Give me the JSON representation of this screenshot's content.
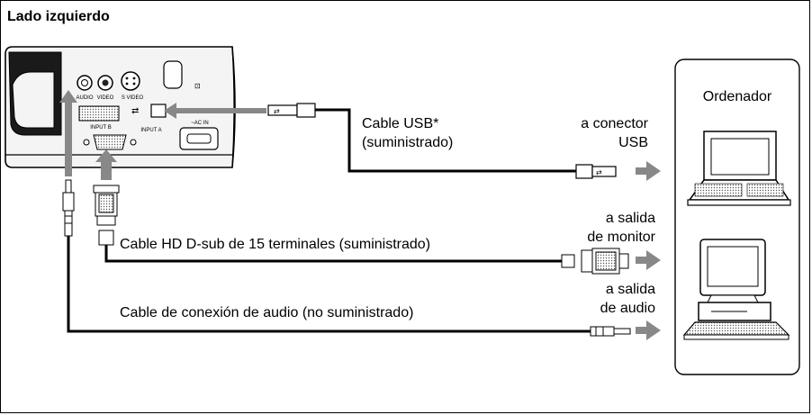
{
  "title": "Lado izquierdo",
  "projector": {
    "ports": {
      "audio": "AUDIO",
      "video": "VIDEO",
      "s_video": "S VIDEO",
      "input_b": "INPUT B",
      "input_a": "INPUT A",
      "ac_in": "~AC IN"
    }
  },
  "computer_group": {
    "label": "Ordenador"
  },
  "cables": {
    "usb_name": "Cable USB*",
    "usb_supplied": "(suministrado)",
    "usb_target_line1": "a conector",
    "usb_target_line2": "USB",
    "hd_dsub": "Cable HD D-sub de 15 terminales (suministrado)",
    "monitor_target_line1": "a salida",
    "monitor_target_line2": "de monitor",
    "audio": "Cable de conexión de audio (no suministrado)",
    "audio_target_line1": "a salida",
    "audio_target_line2": "de audio"
  },
  "colors": {
    "arrow": "#888888",
    "cable": "#000000",
    "panel_bg": "#f2f2f2"
  }
}
